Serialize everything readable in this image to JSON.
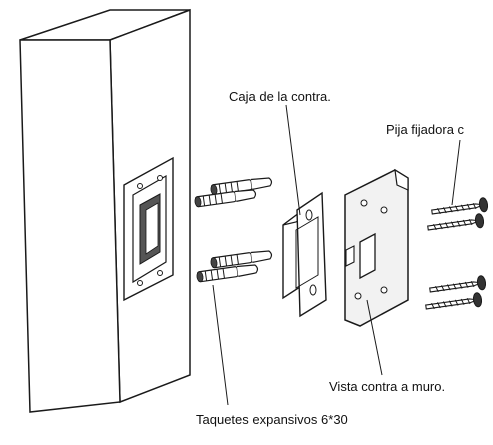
{
  "labels": {
    "strike_box": "Caja de la contra.",
    "fixing_screw": "Pija fijadora c",
    "wall_strike_view": "Vista contra a muro.",
    "wall_plugs": "Taquetes expansivos 6*30"
  },
  "colors": {
    "line": "#1a1a1a",
    "background": "#ffffff",
    "metal_fill": "#f2f2f2",
    "shadow_fill": "#555555"
  }
}
